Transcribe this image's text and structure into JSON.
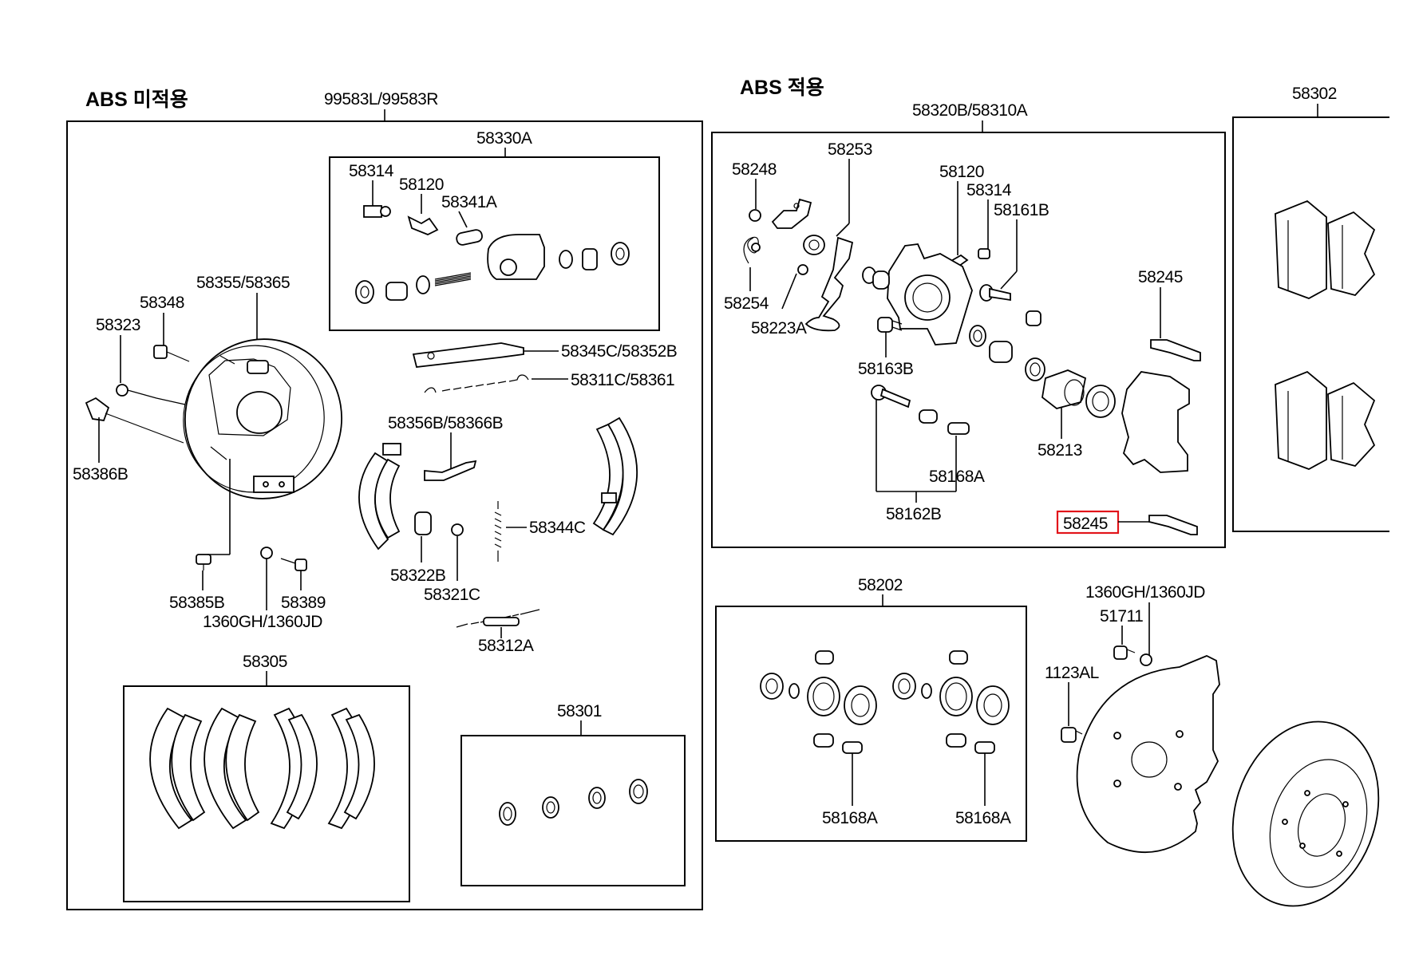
{
  "headers": {
    "abs_not_applied": "ABS 미적용",
    "abs_applied": "ABS 적용"
  },
  "highlight_color": "#e2141a",
  "labels": {
    "drum_assy": "99583L/99583R",
    "wheel_cyl_kit": "58330A",
    "wc_58314": "58314",
    "wc_58120": "58120",
    "wc_58341a": "58341A",
    "backing_plate": "58355/58365",
    "p58348": "58348",
    "p58323": "58323",
    "p58386b": "58386B",
    "p58385b": "58385B",
    "p58389": "58389",
    "p1360gh_left": "1360GH/1360JD",
    "p58345c": "58345C/58352B",
    "p58311c": "58311C/58361",
    "p58356b": "58356B/58366B",
    "p58344c": "58344C",
    "p58322b": "58322B",
    "p58321c": "58321C",
    "p58312a": "58312A",
    "p58305": "58305",
    "p58301": "58301",
    "caliper_assy": "58320B/58310A",
    "p58248": "58248",
    "p58253": "58253",
    "p58254": "58254",
    "p58223a": "58223A",
    "c58120": "58120",
    "c58314": "58314",
    "p58161b": "58161B",
    "p58163b": "58163B",
    "p58245_top": "58245",
    "p58213": "58213",
    "p58168a_cal": "58168A",
    "p58162b": "58162B",
    "p58245_hl": "58245",
    "p58302": "58302",
    "p58202": "58202",
    "p58168a_l": "58168A",
    "p58168a_r": "58168A",
    "p1360gh_right": "1360GH/1360JD",
    "p51711": "51711",
    "p1123al": "1123AL"
  }
}
